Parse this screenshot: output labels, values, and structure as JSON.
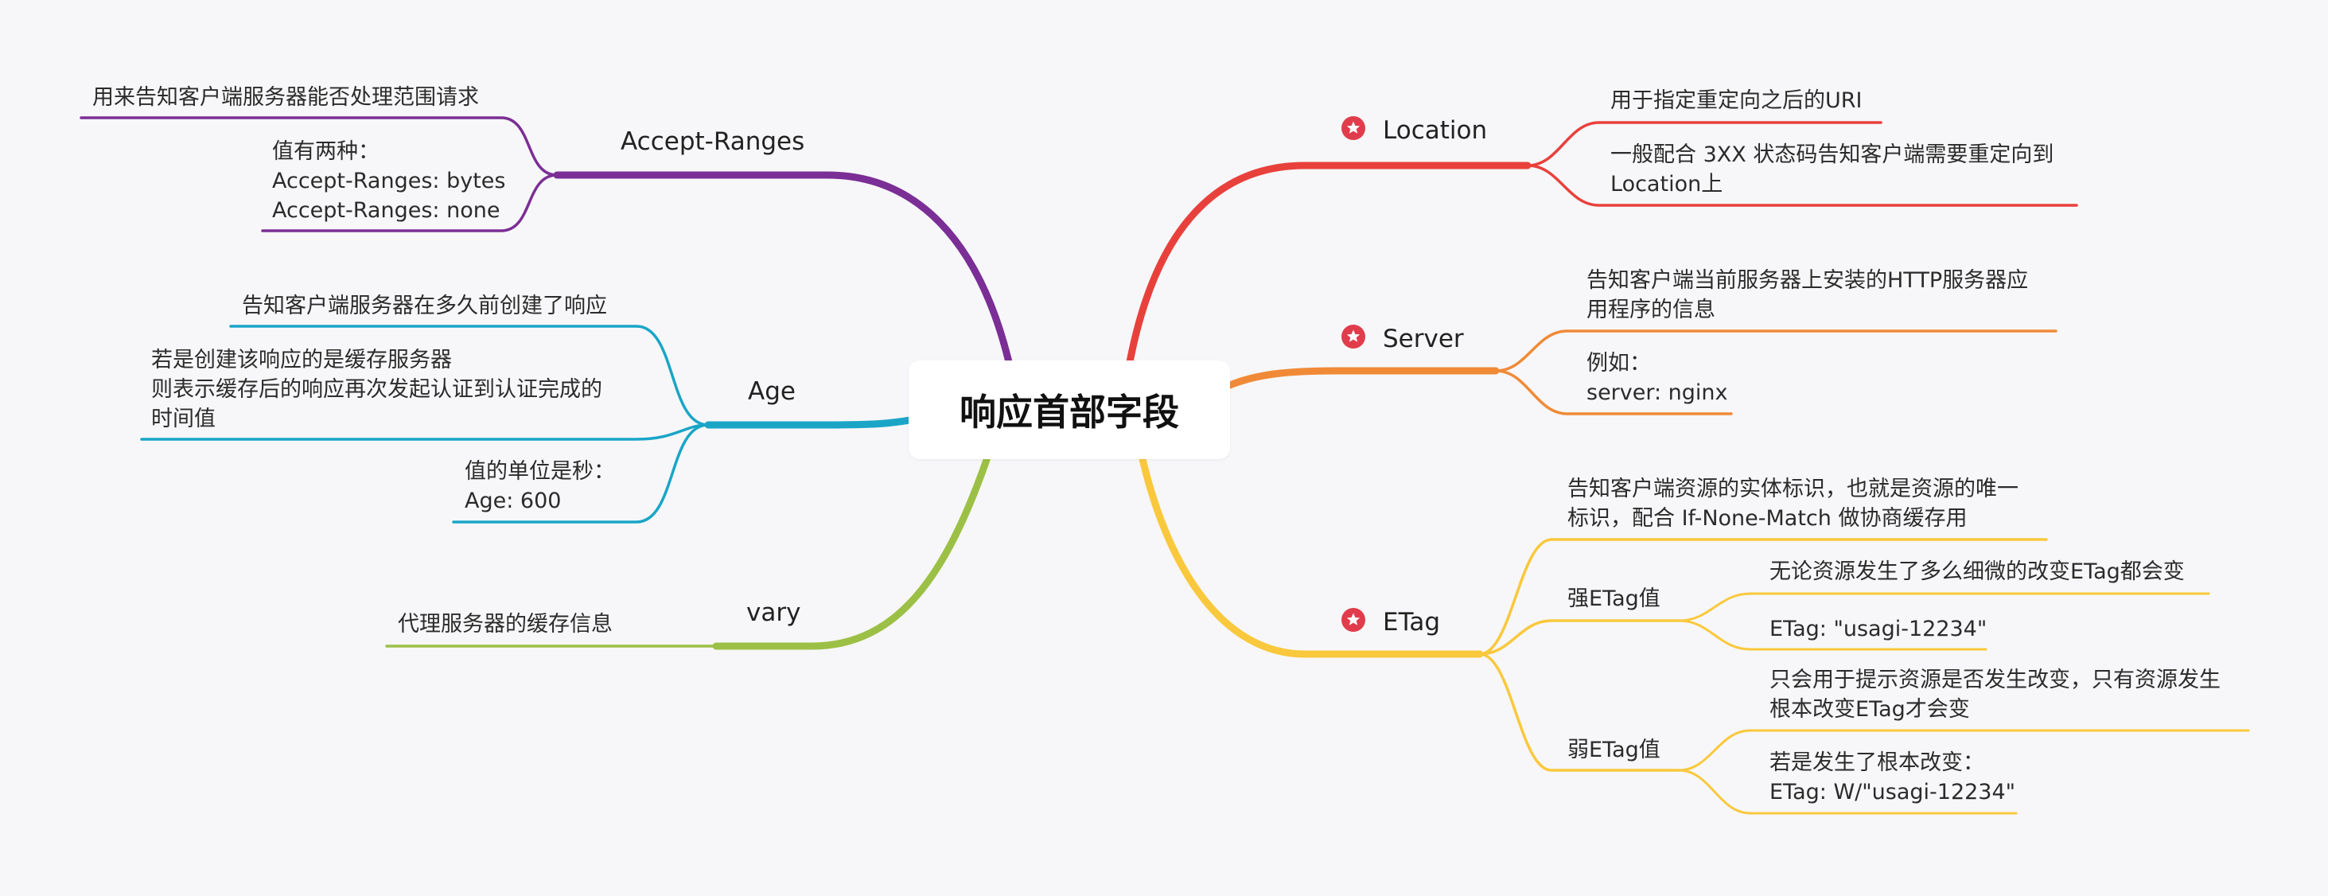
{
  "center": {
    "label": "响应首部字段"
  },
  "colors": {
    "accept_ranges": "#7b2e95",
    "age": "#1aa5c7",
    "vary": "#9cc046",
    "location": "#e8413c",
    "server": "#f08a37",
    "etag": "#f9c83c",
    "star": "#e13c4b"
  },
  "branches": {
    "accept_ranges": {
      "label": "Accept-Ranges",
      "children": [
        {
          "lines": [
            "用来告知客户端服务器能否处理范围请求"
          ]
        },
        {
          "lines": [
            "值有两种：",
            "Accept-Ranges: bytes",
            "Accept-Ranges: none"
          ]
        }
      ]
    },
    "age": {
      "label": "Age",
      "children": [
        {
          "lines": [
            "告知客户端服务器在多久前创建了响应"
          ]
        },
        {
          "lines": [
            "若是创建该响应的是缓存服务器",
            "则表示缓存后的响应再次发起认证到认证完成的",
            "时间值"
          ]
        },
        {
          "lines": [
            "值的单位是秒：",
            "Age: 600"
          ]
        }
      ]
    },
    "vary": {
      "label": "vary",
      "children": [
        {
          "lines": [
            "代理服务器的缓存信息"
          ]
        }
      ]
    },
    "location": {
      "label": "Location",
      "icon": "star-badge-icon",
      "children": [
        {
          "lines": [
            "用于指定重定向之后的URI"
          ]
        },
        {
          "lines": [
            "一般配合 3XX 状态码告知客户端需要重定向到",
            "Location上"
          ]
        }
      ]
    },
    "server": {
      "label": "Server",
      "icon": "star-badge-icon",
      "children": [
        {
          "lines": [
            "告知客户端当前服务器上安装的HTTP服务器应",
            "用程序的信息"
          ]
        },
        {
          "lines": [
            "例如：",
            "server: nginx"
          ]
        }
      ]
    },
    "etag": {
      "label": "ETag",
      "icon": "star-badge-icon",
      "children": [
        {
          "lines": [
            "告知客户端资源的实体标识，也就是资源的唯一",
            "标识，配合 If-None-Match 做协商缓存用"
          ]
        },
        {
          "label": "强ETag值",
          "children": [
            {
              "lines": [
                "无论资源发生了多么细微的改变ETag都会变"
              ]
            },
            {
              "lines": [
                "ETag: \"usagi-12234\""
              ]
            }
          ]
        },
        {
          "label": "弱ETag值",
          "children": [
            {
              "lines": [
                "只会用于提示资源是否发生改变，只有资源发生",
                "根本改变ETag才会变"
              ]
            },
            {
              "lines": [
                "若是发生了根本改变：",
                "ETag: W/\"usagi-12234\""
              ]
            }
          ]
        }
      ]
    }
  }
}
